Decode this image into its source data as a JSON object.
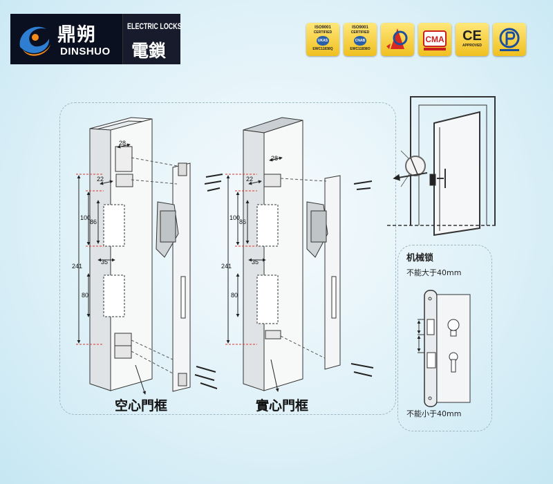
{
  "header": {
    "brand_chinese": "鼎朔",
    "brand_english": "DINSHUO",
    "product_english": "ELECTRIC LOCKS",
    "product_chinese": "電鎖",
    "certifications": [
      {
        "line1": "ISO9001",
        "line2": "CERTIFIED",
        "seal": "UKAS",
        "code": "EWC11838Q"
      },
      {
        "line1": "ISO9001",
        "line2": "CERTIFIED",
        "seal": "CNAB",
        "code": "EWC11838O"
      },
      {
        "line1": "",
        "line2": "",
        "seal": "",
        "code": ""
      },
      {
        "line1": "",
        "line2": "",
        "seal": "CMA",
        "code": ""
      },
      {
        "line1": "CE",
        "line2": "APPROVED",
        "seal": "",
        "code": ""
      },
      {
        "line1": "",
        "line2": "",
        "seal": "",
        "code": ""
      }
    ]
  },
  "diagram": {
    "hollow_frame_label": "空心門框",
    "solid_frame_label": "實心門框",
    "dimensions_hollow": {
      "width_top": "28",
      "width_strike": "22",
      "height_total": "241",
      "height_a": "100",
      "height_b": "86",
      "depth": "35",
      "height_lower": "80"
    },
    "dimensions_solid": {
      "width_top": "28",
      "width_strike": "22",
      "height_total": "241",
      "height_a": "100",
      "height_b": "86",
      "depth": "35",
      "height_lower": "80"
    },
    "mechanical_lock": {
      "title": "机械锁",
      "note_top": "不能大于40mm",
      "note_bottom": "不能小于40mm"
    }
  }
}
